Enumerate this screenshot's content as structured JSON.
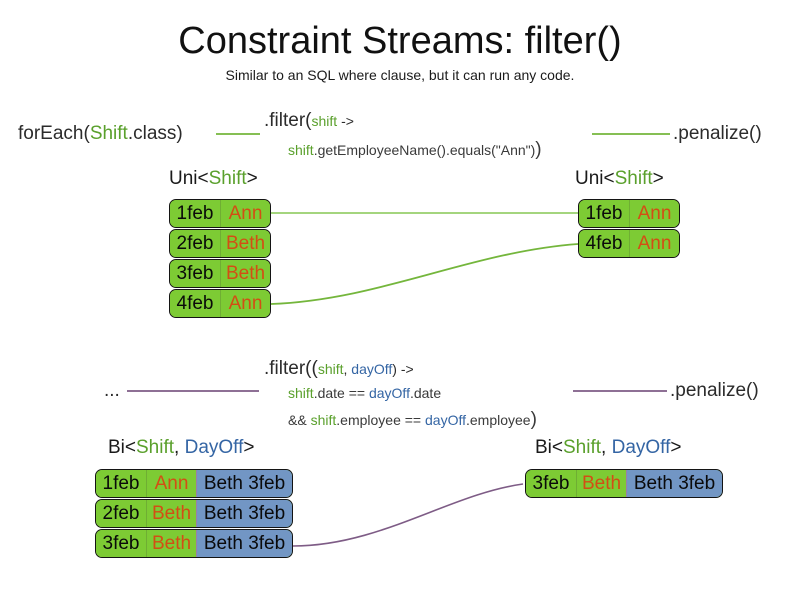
{
  "page": {
    "title": "Constraint Streams: filter()",
    "subtitle": "Similar to an SQL where clause, but it can run any code."
  },
  "colors": {
    "shift_green": "#7DCB34",
    "dayoff_blue": "#7296C4",
    "name_orange": "#D34E14",
    "keyword_green": "#5AA02C",
    "keyword_blue": "#3465A4",
    "connector_green": "#74B63C",
    "connector_purple": "#7E5C86",
    "text_dark": "#3A3A3A"
  },
  "uni_example": {
    "source_label_prefix": "forEach(",
    "source_label_type": "Shift",
    "source_label_suffix": ".class)",
    "filter_head": ".filter(",
    "filter_param": "shift",
    "filter_arrow": " ->",
    "filter_body_var": "shift",
    "filter_body_rest": ".getEmployeeName().equals(\"Ann\")",
    "filter_close": ")",
    "sink_label": ".penalize()",
    "in_stream_label_prefix": "Uni<",
    "in_stream_label_type": "Shift",
    "in_stream_label_suffix": ">",
    "out_stream_label_prefix": "Uni<",
    "out_stream_label_type": "Shift",
    "out_stream_label_suffix": ">",
    "in_rows": [
      {
        "shift": "1feb",
        "name": "Ann"
      },
      {
        "shift": "2feb",
        "name": "Beth"
      },
      {
        "shift": "3feb",
        "name": "Beth"
      },
      {
        "shift": "4feb",
        "name": "Ann"
      }
    ],
    "out_rows": [
      {
        "shift": "1feb",
        "name": "Ann"
      },
      {
        "shift": "4feb",
        "name": "Ann"
      }
    ]
  },
  "bi_example": {
    "source_label": "...",
    "filter_head": ".filter((",
    "filter_param_a": "shift",
    "filter_param_comma": ", ",
    "filter_param_b": "dayOff",
    "filter_params_close": ") ->",
    "filter_line2_a": "shift",
    "filter_line2_mid": ".date == ",
    "filter_line2_b": "dayOff",
    "filter_line2_end": ".date",
    "filter_line3_pre": "&& ",
    "filter_line3_a": "shift",
    "filter_line3_mid": ".employee == ",
    "filter_line3_b": "dayOff",
    "filter_line3_end": ".employee",
    "filter_close": ")",
    "sink_label": ".penalize()",
    "in_stream_label_prefix": "Bi<",
    "in_stream_label_type_a": "Shift",
    "in_stream_label_comma": ", ",
    "in_stream_label_type_b": "DayOff",
    "in_stream_label_suffix": ">",
    "out_stream_label_prefix": "Bi<",
    "out_stream_label_type_a": "Shift",
    "out_stream_label_comma": ", ",
    "out_stream_label_type_b": "DayOff",
    "out_stream_label_suffix": ">",
    "in_rows": [
      {
        "shift": "1feb",
        "name": "Ann",
        "dayoff": "Beth 3feb"
      },
      {
        "shift": "2feb",
        "name": "Beth",
        "dayoff": "Beth 3feb"
      },
      {
        "shift": "3feb",
        "name": "Beth",
        "dayoff": "Beth 3feb"
      }
    ],
    "out_rows": [
      {
        "shift": "3feb",
        "name": "Beth",
        "dayoff": "Beth 3feb"
      }
    ]
  }
}
